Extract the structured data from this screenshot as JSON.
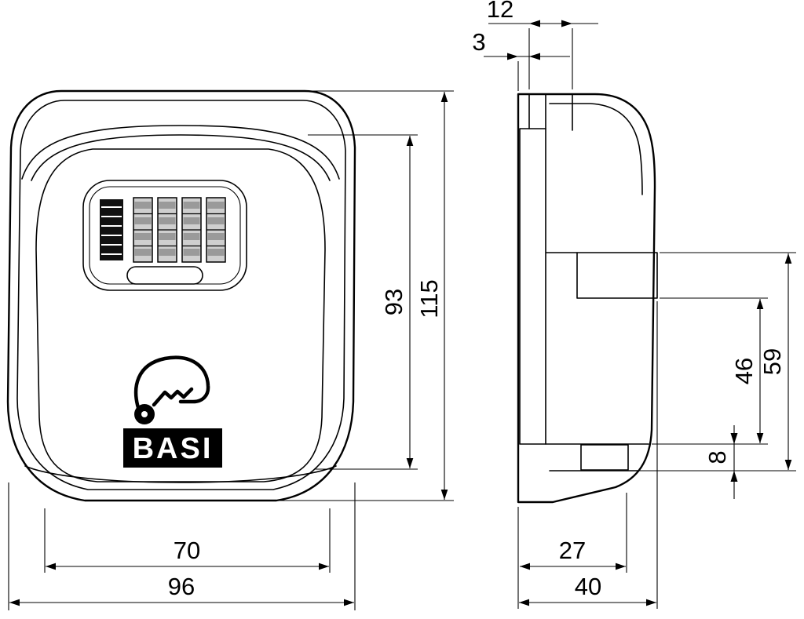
{
  "colors": {
    "body_gray": "#ececec",
    "panel_gray": "#e4e4e4",
    "face_blue": "#d7e8f3",
    "dial_gray": "#cfcfcf",
    "logo_black": "#000000"
  },
  "brand": {
    "logo": "BASI"
  },
  "front_view": {
    "dim_inner_height": "93",
    "dim_total_height": "115",
    "dim_inner_width": "70",
    "dim_total_width": "96"
  },
  "side_view": {
    "dim_top_inset": "12",
    "dim_wall_gap": "3",
    "dim_latch_drop": "46",
    "dim_front_height": "59",
    "dim_lip": "8",
    "dim_body_depth": "27",
    "dim_total_depth": "40"
  }
}
